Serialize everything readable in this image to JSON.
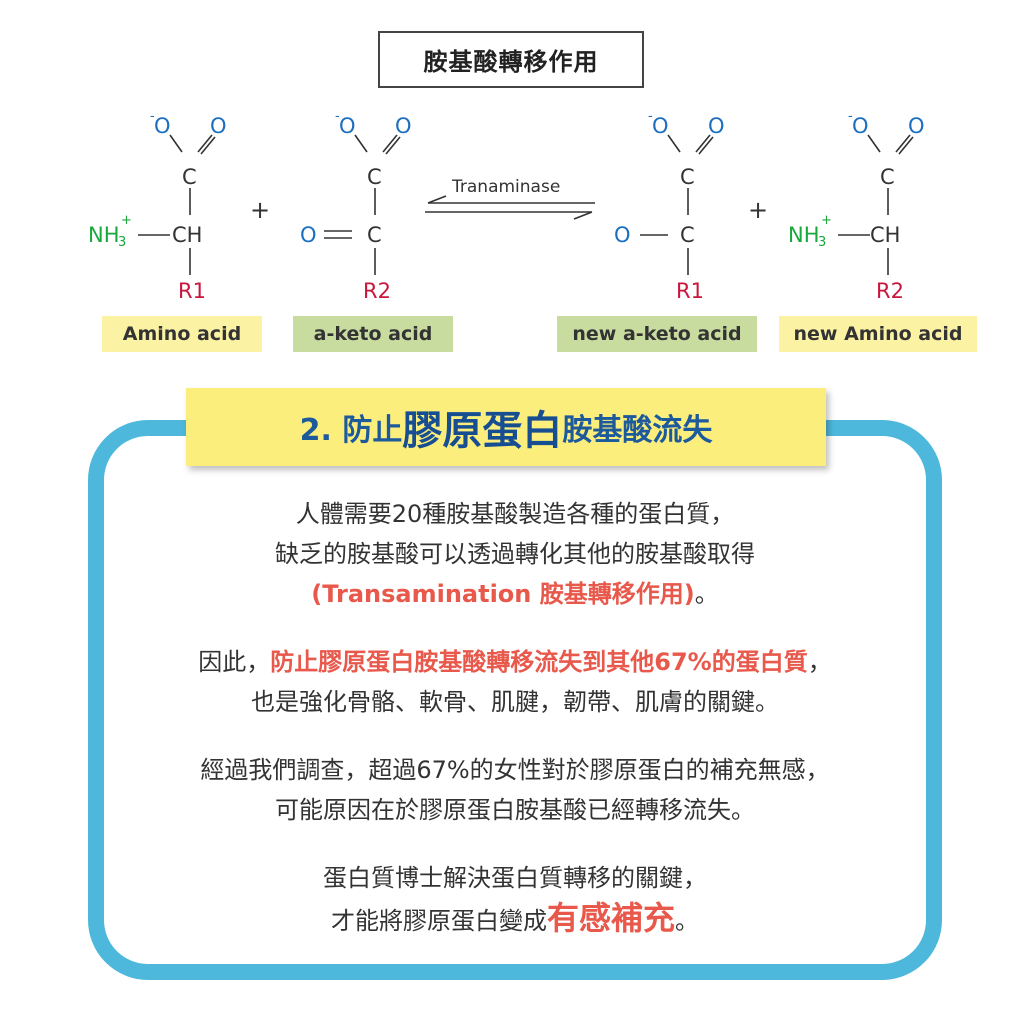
{
  "title": "胺基酸轉移作用",
  "reaction": {
    "enzyme": "Tranaminase",
    "plus_sign": "+",
    "atoms": {
      "oxygen": "O",
      "oxygen_minus": "-",
      "carbon": "C",
      "ch": "CH",
      "nh3": "NH",
      "nh3_sub": "3",
      "nh3_charge": "+",
      "r1": "R1",
      "r2": "R2"
    },
    "labels": [
      "Amino acid",
      "a-keto acid",
      "new a-keto acid",
      "new Amino acid"
    ]
  },
  "banner": {
    "prefix": "2. 防止",
    "highlight": "膠原蛋白",
    "suffix": "胺基酸流失"
  },
  "paragraphs": {
    "p1_line1": "人體需要20種胺基酸製造各種的蛋白質，",
    "p1_line2": "缺乏的胺基酸可以透過轉化其他的胺基酸取得",
    "p1_line3_red": "(Transamination 胺基轉移作用)",
    "p1_line3_end": "。",
    "p2_start": "因此，",
    "p2_red": "防止膠原蛋白胺基酸轉移流失到其他67%的蛋白質",
    "p2_end": "，",
    "p2_line2": "也是強化骨骼、軟骨、肌腱，韌帶、肌膚的關鍵。",
    "p3_line1": "經過我們調查，超過67%的女性對於膠原蛋白的補充無感，",
    "p3_line2": "可能原因在於膠原蛋白胺基酸已經轉移流失。",
    "p4_line1": "蛋白質博士解決蛋白質轉移的關鍵，",
    "p4_line2_start": "才能將膠原蛋白變成",
    "p4_line2_red": "有感補充",
    "p4_line2_end": "。"
  },
  "colors": {
    "blue_atom": "#1c6fc0",
    "green_nh3": "#19a83c",
    "red_r": "#c8163c",
    "card_border": "#4db8dc",
    "banner_bg": "#fbee7c",
    "highlight_red": "#e8584b"
  }
}
